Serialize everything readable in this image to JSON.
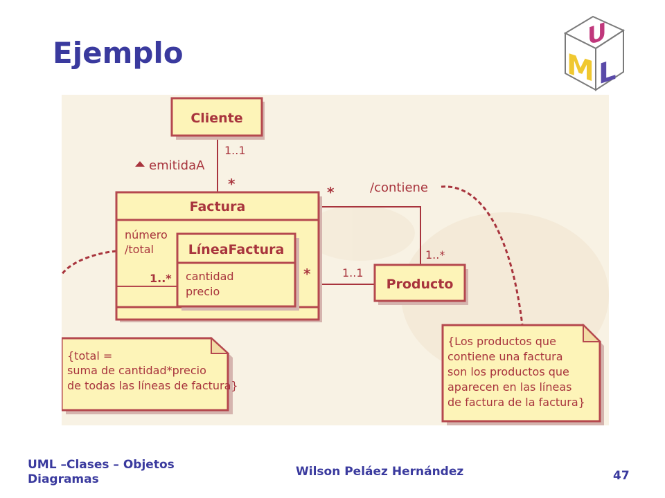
{
  "slide": {
    "title": "Ejemplo",
    "logo_letters": [
      "U",
      "M",
      "L"
    ]
  },
  "diagram": {
    "classes": {
      "cliente": {
        "name": "Cliente"
      },
      "factura": {
        "name": "Factura",
        "attributes": [
          "número",
          "/total"
        ]
      },
      "lineafactura": {
        "name": "LíneaFactura",
        "attributes": [
          "cantidad",
          "precio"
        ]
      },
      "producto": {
        "name": "Producto"
      }
    },
    "associations": {
      "emitida": {
        "label": "emitidaA",
        "mult_cliente": "1..1",
        "mult_factura": "*"
      },
      "composition": {
        "mult_linea": "1..*"
      },
      "linea_producto": {
        "mult_linea": "*",
        "mult_producto": "1..1"
      },
      "contiene": {
        "label": "/contiene",
        "mult_factura": "*",
        "mult_producto": "1..*"
      }
    },
    "notes": {
      "total": [
        "{total =",
        "suma de cantidad*precio",
        "de todas las líneas de factura}"
      ],
      "productos": [
        "{Los productos que",
        "contiene una factura",
        "son los productos que",
        "aparecen en las líneas",
        "de factura de la factura}"
      ]
    }
  },
  "footer": {
    "left": "UML –Clases – Objetos Diagramas",
    "center": "Wilson Peláez Hernández",
    "page": "47"
  },
  "colors": {
    "title": "#3a3a9e",
    "box_fill": "#fdf4b8",
    "box_stroke": "#b5484e",
    "shadow": "#d5b4ae",
    "figure_bg": "#f8f2e4",
    "logo_u": "#c0387c",
    "logo_m": "#f0c830",
    "logo_l": "#5a4aa8"
  }
}
